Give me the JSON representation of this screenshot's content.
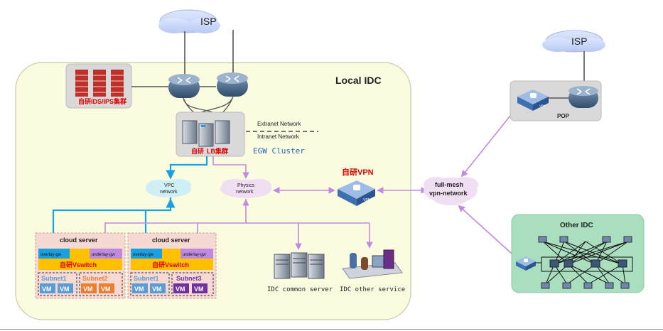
{
  "regions": {
    "local_idc": "Local IDC",
    "other_idc": "Other IDC"
  },
  "clouds": {
    "isp_left": "ISP",
    "isp_right": "ISP",
    "vpc": [
      "VPC",
      "network"
    ],
    "physics": [
      "Physics",
      "network"
    ],
    "fullmesh": [
      "full-mesh",
      "vpn-network"
    ]
  },
  "labels": {
    "ids_cluster": "自研IDS/IPS集群",
    "lb_cluster_a": "自研",
    "lb_cluster_b": "LB集群",
    "egw_cluster": "EGW Cluster",
    "extranet": "Extranet Network",
    "intranet": "Intranet Network",
    "vpn_title": "自研VPN",
    "vpn_device": "VPN",
    "pop": "POP",
    "pop_device": "VPN",
    "dots": "...",
    "idc_common_server": "IDC common server",
    "idc_other_service": "IDC other service"
  },
  "cloud_servers": [
    {
      "title": "cloud server",
      "overlay": "overlay-gw",
      "underlay": "underlay-gw",
      "vswitch": "自研Vswitch",
      "subnets": [
        {
          "name": "Subnet1",
          "vms": [
            "VM",
            "VM"
          ],
          "color": "#5b9bd5"
        },
        {
          "name": "Subnet2",
          "vms": [
            "VM",
            "VM"
          ],
          "color": "#ed7d31"
        }
      ]
    },
    {
      "title": "cloud server",
      "overlay": "overlay-gw",
      "underlay": "underlay-gw",
      "vswitch": "自研Vswitch",
      "subnets": [
        {
          "name": "Subnet1",
          "vms": [
            "VM",
            "VM"
          ],
          "color": "#5b9bd5"
        },
        {
          "name": "Subnet3",
          "vms": [
            "VM",
            "VM"
          ],
          "color": "#7030a0"
        }
      ]
    }
  ],
  "colors": {
    "local_idc_fill": "#fbfbe0",
    "other_idc_fill": "#a9dfbf",
    "blue_link": "#1aa0e0",
    "purple_link": "#c08ae0",
    "red_text": "#e00000"
  }
}
